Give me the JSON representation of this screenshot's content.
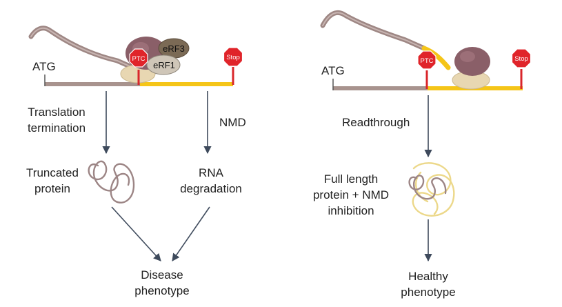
{
  "colors": {
    "mrna_5prime": "#a8938e",
    "mrna_3prime": "#f5c518",
    "tether": "#9e8784",
    "stop_sign": "#e0242a",
    "ribosome_large": "#8a5f68",
    "ribosome_small": "#e8d7b2",
    "erf3": "#7b6a55",
    "erf1": "#cfc6b8",
    "arrow": "#3e4a5c",
    "truncated_protein": "#9c8585",
    "full_length_protein": "#ecd88a"
  },
  "left_panel": {
    "start_codon": "ATG",
    "ptc_sign": "PTC",
    "stop_sign": "Stop",
    "erf3": "eRF3",
    "erf1": "eRF1",
    "branch_left_label": [
      "Translation",
      "termination"
    ],
    "branch_right_label": "NMD",
    "outcome_left": [
      "Truncated",
      "protein"
    ],
    "outcome_right": [
      "RNA",
      "degradation"
    ],
    "final": [
      "Disease",
      "phenotype"
    ]
  },
  "right_panel": {
    "start_codon": "ATG",
    "ptc_sign": "PTC",
    "stop_sign": "Stop",
    "step_label": "Readthrough",
    "outcome": [
      "Full length",
      "protein + NMD",
      "inhibition"
    ],
    "final": [
      "Healthy",
      "phenotype"
    ]
  }
}
